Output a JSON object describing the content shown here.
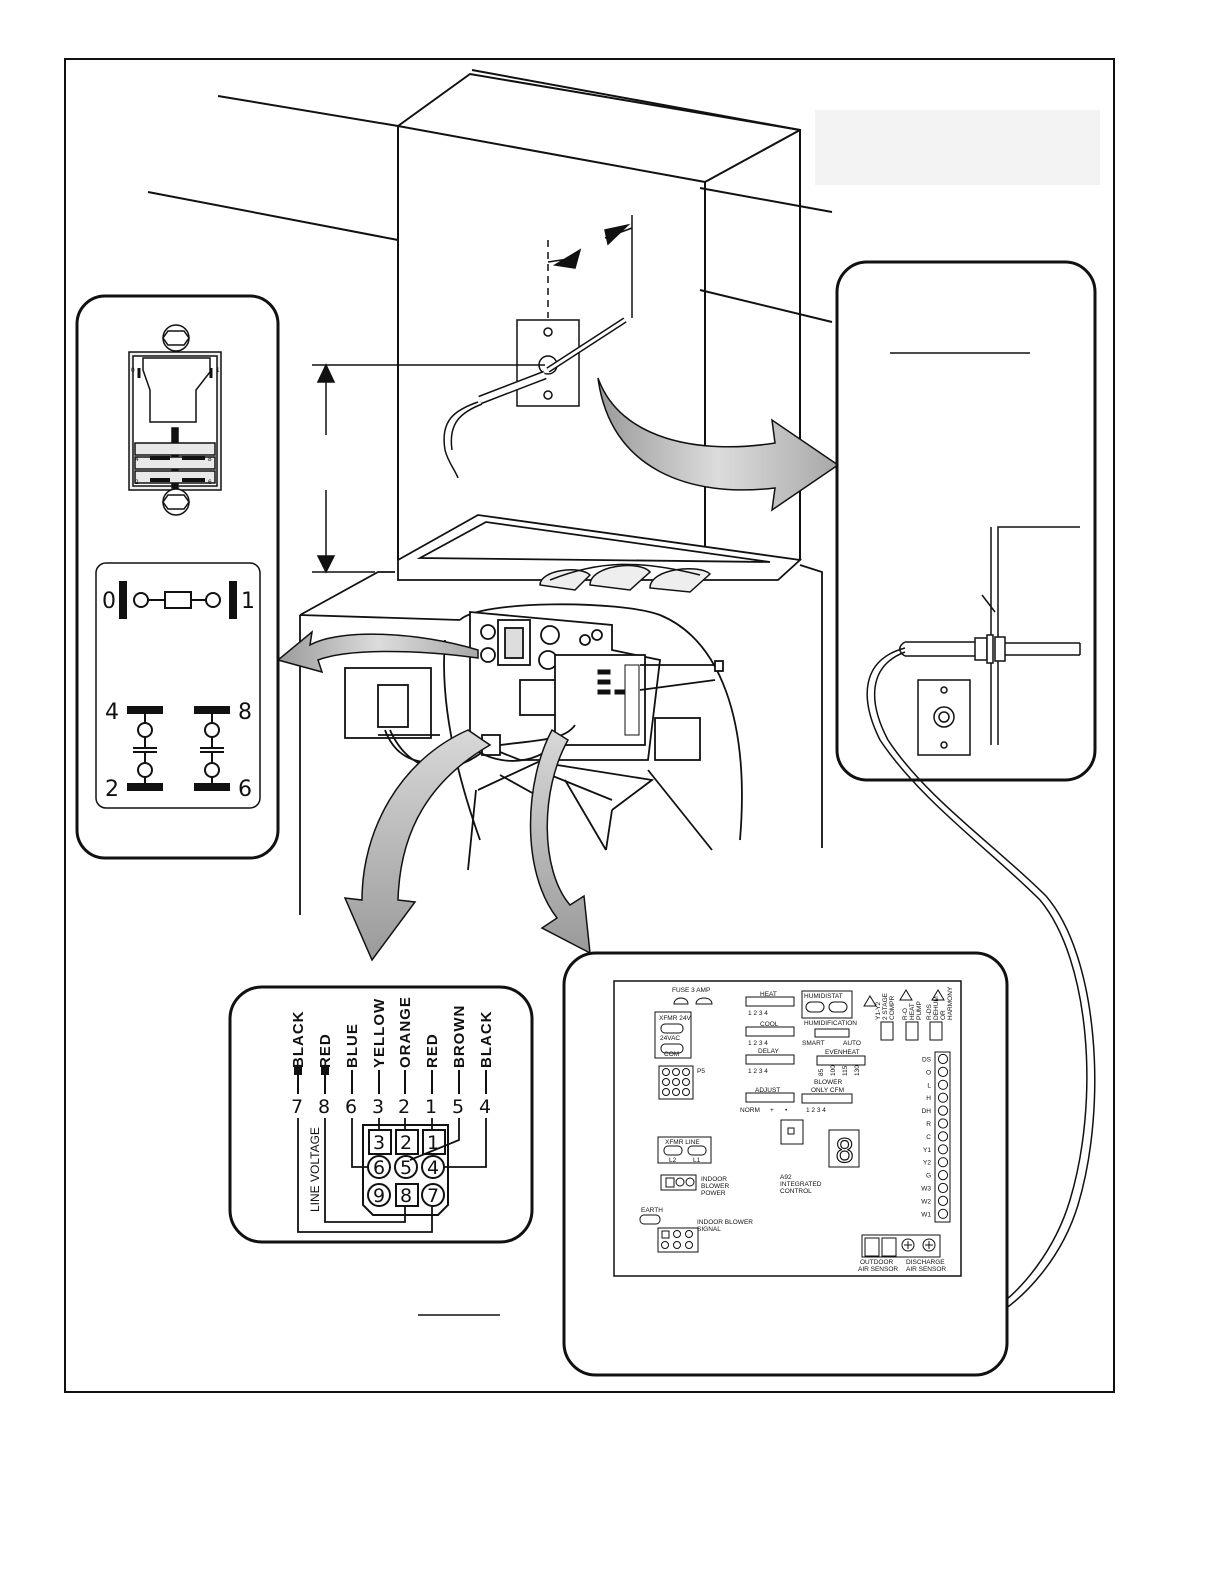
{
  "switch_diagram": {
    "top_left": "0",
    "top_right": "1",
    "mid_left": "4",
    "mid_right": "8",
    "bot_left": "2",
    "bot_right": "6",
    "photo_labels": [
      "0",
      "1",
      "4",
      "8",
      "2",
      "6"
    ]
  },
  "plug_connector": {
    "wire_labels": [
      "BLACK",
      "RED",
      "BLUE",
      "YELLOW",
      "ORANGE",
      "RED",
      "BROWN",
      "BLACK"
    ],
    "wire_numbers": [
      "7",
      "8",
      "6",
      "3",
      "2",
      "1",
      "5",
      "4"
    ],
    "pins": [
      "3",
      "2",
      "1",
      "6",
      "5",
      "4",
      "9",
      "8",
      "7"
    ],
    "line_voltage_label": "LINE VOLTAGE"
  },
  "control_board": {
    "fuse_label": "FUSE 3 AMP",
    "xfmr_24v": "XFMR 24V",
    "vac_24": "24VAC",
    "com": "COM",
    "p5": "P5",
    "heat": "HEAT",
    "cool": "COOL",
    "delay": "DELAY",
    "adjust": "ADJUST",
    "norm": "NORM",
    "plus": "+",
    "minus": "•",
    "dip_heat": "1 2 3 4",
    "dip_cool": "1 2 3 4",
    "dip_delay": "1 2 3 4",
    "dip_blower": "1 2 3 4",
    "humidistat": "HUMIDISTAT",
    "humidification": "HUMIDIFICATION",
    "smart": "SMART",
    "auto": "AUTO",
    "evenheat": "EVENHEAT",
    "evenheat_values": [
      "85",
      "100",
      "115",
      "130"
    ],
    "blower_only_cfm": [
      "BLOWER",
      "ONLY CFM"
    ],
    "y1y2_label": [
      "Y1-Y2",
      "2 STAGE",
      "COMPR"
    ],
    "rdo_label": [
      "R-O",
      "HEAT",
      "PUMP"
    ],
    "rds_label": [
      "R-DS",
      "DEHUM",
      "OR",
      "HARMONY"
    ],
    "terminals": [
      "DS",
      "O",
      "L",
      "H",
      "DH",
      "R",
      "C",
      "Y1",
      "Y2",
      "G",
      "W3",
      "W2",
      "W1"
    ],
    "xfmr_line": "XFMR LINE",
    "l2": "L2",
    "l1": "L1",
    "indoor_blower_power": [
      "INDOOR",
      "BLOWER",
      "POWER"
    ],
    "a92": [
      "A92",
      "INTEGRATED",
      "CONTROL"
    ],
    "earth": "EARTH",
    "indoor_blower_signal": [
      "INDOOR BLOWER",
      "SIGNAL"
    ],
    "outdoor_air_sensor": [
      "OUTDOOR",
      "AIR SENSOR"
    ],
    "discharge_air_sensor": [
      "DISCHARGE",
      "AIR SENSOR"
    ],
    "digit_display": "8"
  }
}
